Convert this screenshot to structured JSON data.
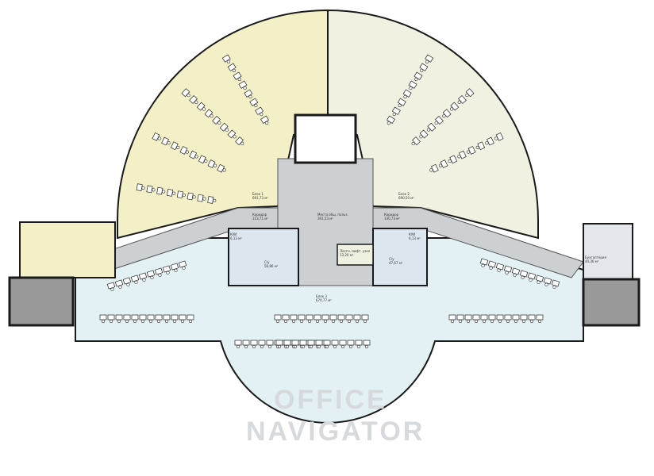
{
  "plan": {
    "watermark": [
      "OFFICE",
      "NAVIGATOR"
    ],
    "colors": {
      "block1": "#f3f0c8",
      "block2": "#f1f1e1",
      "block3": "#e3f0f4",
      "corridor": "#cdd0d3",
      "wall": "#1a1a1a",
      "room": "#dbe6ef"
    },
    "rooms": [
      {
        "id": "block1",
        "name": "Блок 1",
        "area": "691,73 м²"
      },
      {
        "id": "block2",
        "name": "Блок 2",
        "area": "690,50 м²"
      },
      {
        "id": "corridor1",
        "name": "Коридор",
        "area": "113,71 м²"
      },
      {
        "id": "corridor2",
        "name": "Коридор",
        "area": "130,73 м²"
      },
      {
        "id": "common",
        "name": "Места общ. польз.",
        "area": "391,53 м²"
      },
      {
        "id": "kui1",
        "name": "КУИ",
        "area": "6,13 м²"
      },
      {
        "id": "kui2",
        "name": "КУИ",
        "area": "6,13 м²"
      },
      {
        "id": "wc1",
        "name": "С/у",
        "area": "56,86 м²"
      },
      {
        "id": "wc2",
        "name": "С/у",
        "area": "47,67 м²"
      },
      {
        "id": "lift",
        "name": "Лестн.-лифт. узел",
        "area": "13,20 м²"
      },
      {
        "id": "block3",
        "name": "Блок 3",
        "area": "670,77 м²"
      },
      {
        "id": "accounting",
        "name": "Бухгалтерия",
        "area": "44,36 м²"
      }
    ]
  }
}
